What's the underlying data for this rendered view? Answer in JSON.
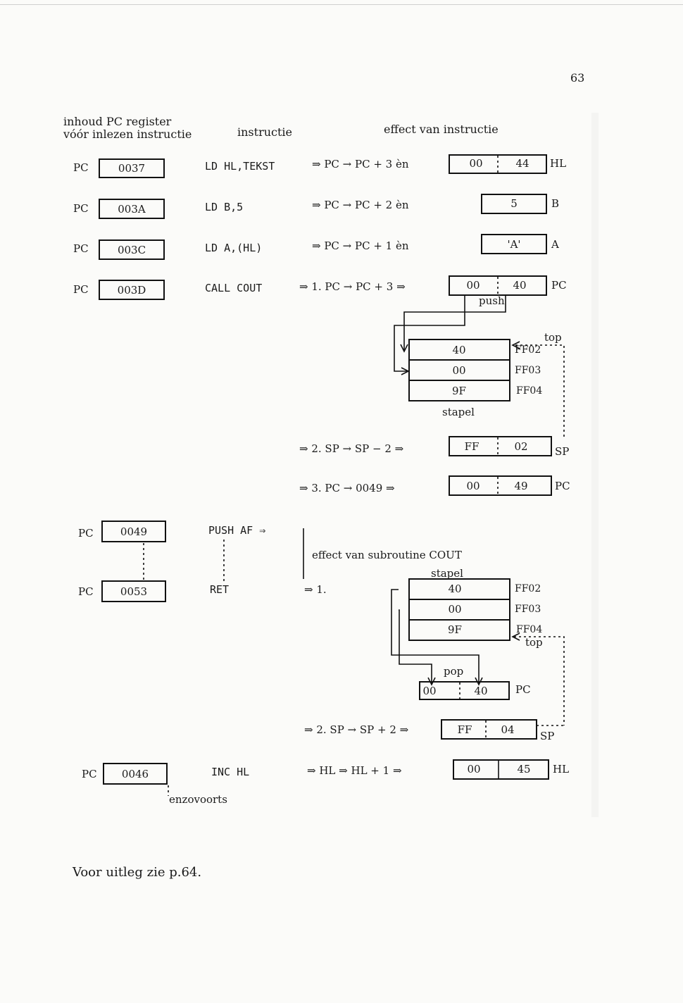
{
  "page_number": "63",
  "headers": {
    "col1_line1": "inhoud PC register",
    "col1_line2": "vóór inlezen instructie",
    "col2": "instructie",
    "col3": "effect van instructie"
  },
  "labels": {
    "pc": "PC",
    "hl": "HL",
    "b": "B",
    "a": "A",
    "sp": "SP",
    "push": "push",
    "pop": "pop",
    "top": "top",
    "stapel": "stapel",
    "effect_cout": "effect van subroutine COUT",
    "enzovoorts": "enzovoorts"
  },
  "rows": [
    {
      "pc": "0037",
      "instr": "LD  HL,TEKST",
      "effect": "⇒ PC → PC + 3  èn",
      "reg": [
        "00",
        "44"
      ]
    },
    {
      "pc": "003A",
      "instr": "LD  B,5",
      "effect": "⇒ PC → PC + 2  èn",
      "reg": [
        "5"
      ]
    },
    {
      "pc": "003C",
      "instr": "LD  A,(HL)",
      "effect": "⇒ PC → PC + 1  èn",
      "reg": [
        "'A'"
      ]
    },
    {
      "pc": "003D",
      "instr": "CALL COUT",
      "effect": "⇒ 1. PC → PC + 3 ⇒",
      "reg": [
        "00",
        "40"
      ]
    }
  ],
  "stack1": {
    "cells": [
      "40",
      "00",
      "9F"
    ],
    "addrs": [
      "FF02",
      "FF03",
      "FF04"
    ]
  },
  "step2": {
    "effect": "⇒ 2. SP → SP − 2 ⇒",
    "reg": [
      "FF",
      "02"
    ]
  },
  "step3": {
    "effect": "⇒ 3. PC → 0049 ⇒",
    "reg": [
      "00",
      "49"
    ]
  },
  "sub": {
    "pc1": "0049",
    "instr1": "PUSH AF ⇒",
    "pc2": "0053",
    "instr2": "RET",
    "ret_effect": "⇒ 1."
  },
  "stack2": {
    "cells": [
      "40",
      "00",
      "9F"
    ],
    "addrs": [
      "FF02",
      "FF03",
      "FF04"
    ]
  },
  "pop_pc": {
    "reg": [
      "00",
      "40"
    ]
  },
  "step_sp2": {
    "effect": "⇒ 2. SP → SP + 2 ⇒",
    "reg": [
      "FF",
      "04"
    ]
  },
  "inc": {
    "pc": "0046",
    "instr": "INC HL",
    "effect": "⇒ HL ⇒ HL + 1 ⇒",
    "reg": [
      "00",
      "45"
    ]
  },
  "footer": "Voor uitleg zie p.64."
}
